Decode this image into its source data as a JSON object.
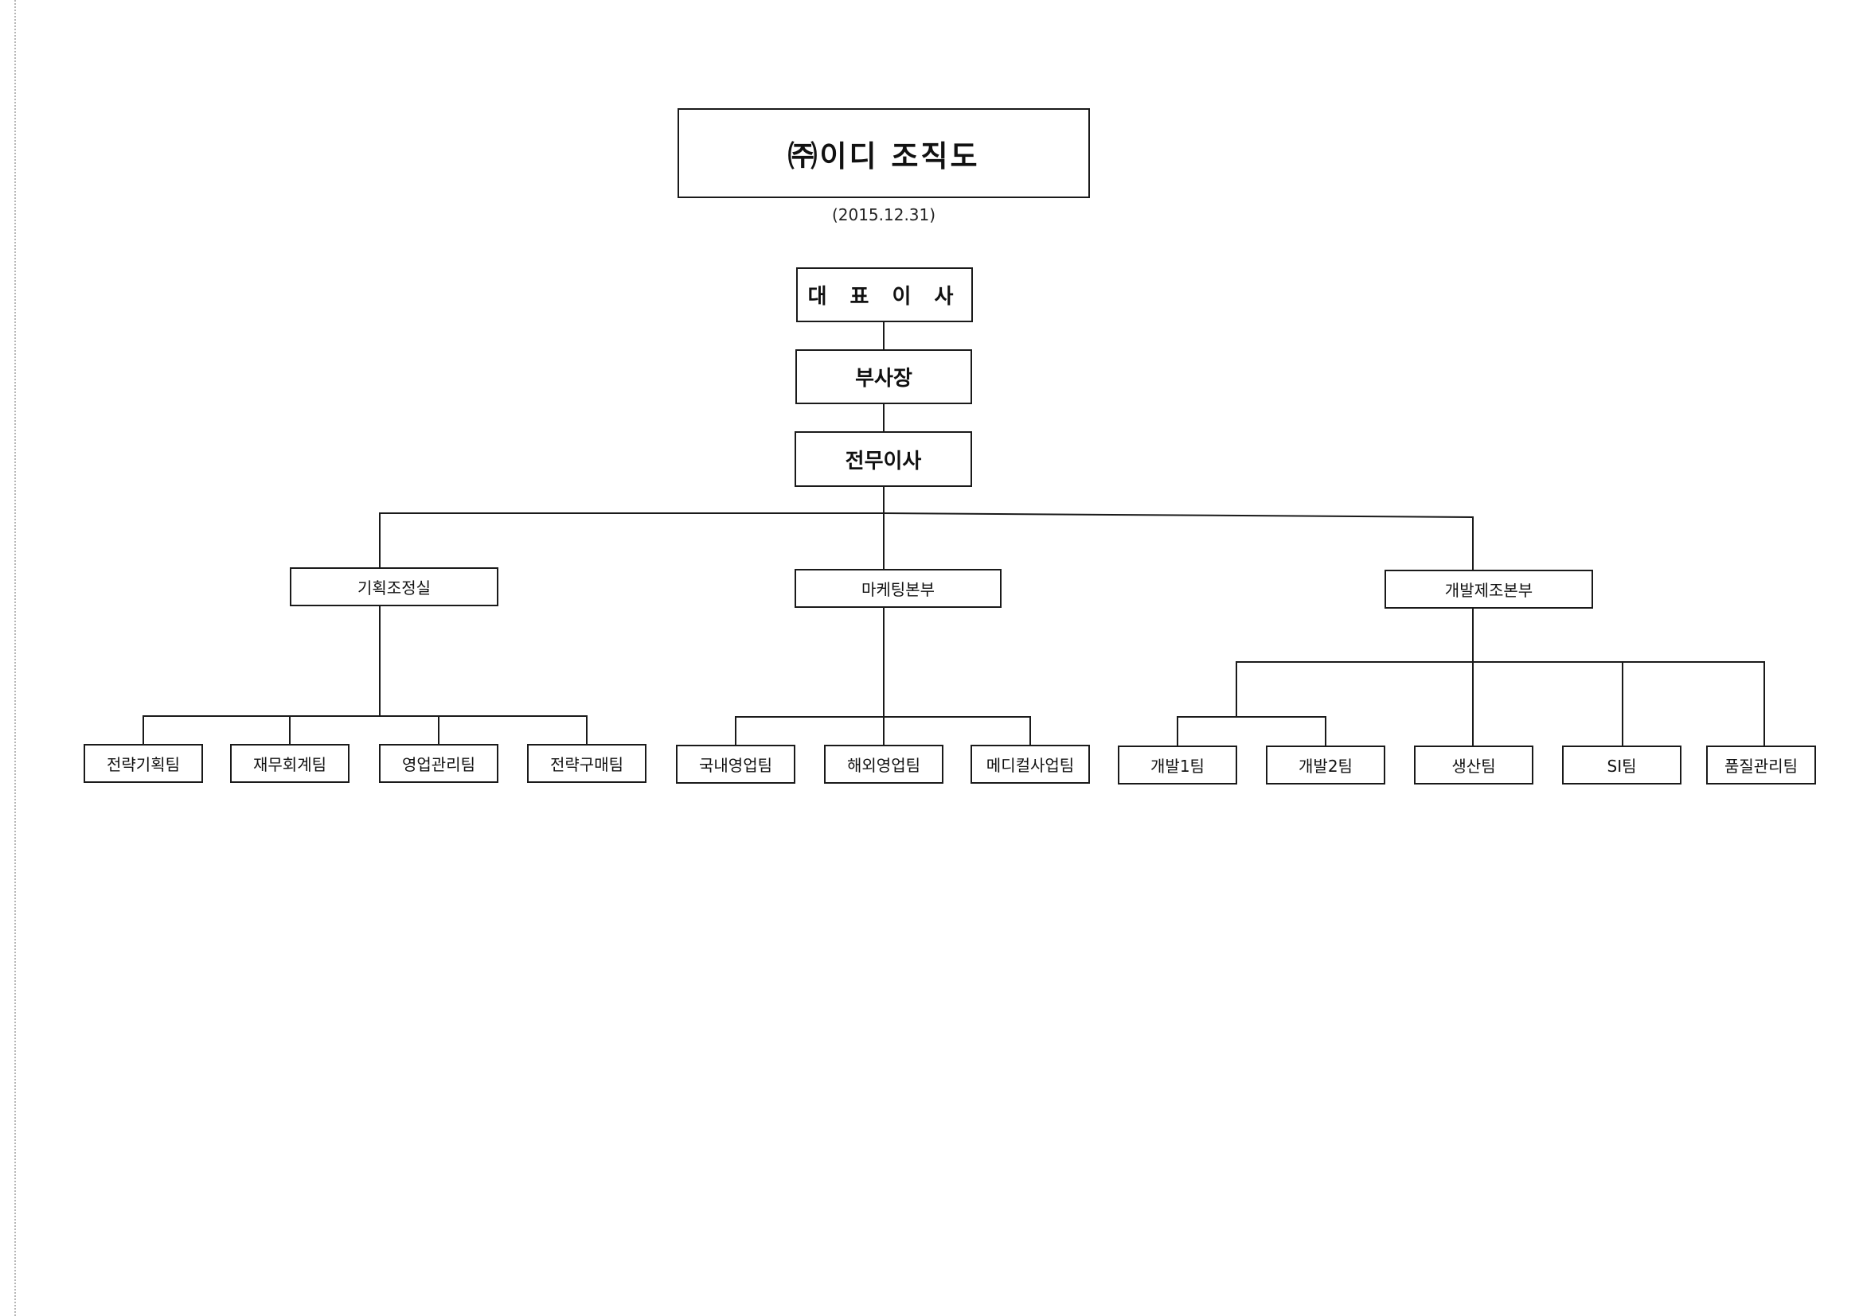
{
  "title": "㈜이디 조직도",
  "date": "(2015.12.31)",
  "executives": {
    "ceo": "대 표 이 사",
    "vice_president": "부사장",
    "managing_director": "전무이사"
  },
  "divisions": [
    {
      "name": "기획조정실",
      "teams": [
        "전략기획팀",
        "재무회계팀",
        "영업관리팀",
        "전략구매팀"
      ]
    },
    {
      "name": "마케팅본부",
      "teams": [
        "국내영업팀",
        "해외영업팀",
        "메디컬사업팀"
      ]
    },
    {
      "name": "개발제조본부",
      "teams": [
        "개발1팀",
        "개발2팀",
        "생산팀",
        "SI팀",
        "품질관리팀"
      ]
    }
  ]
}
